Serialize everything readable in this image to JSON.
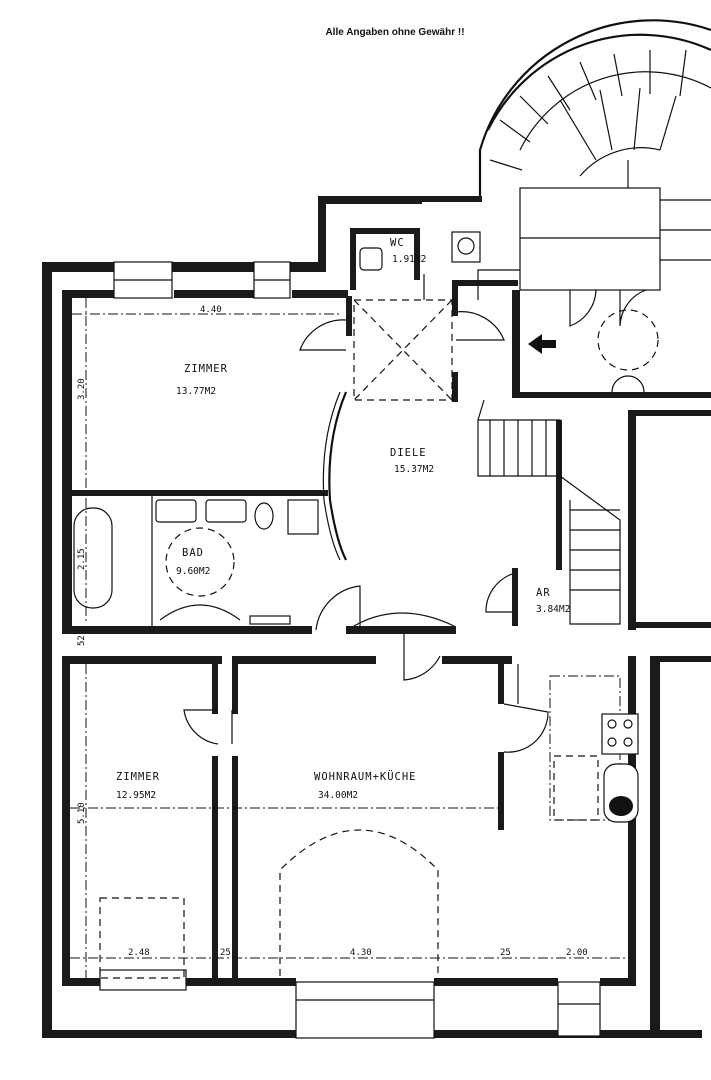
{
  "disclaimer": "Alle Angaben ohne Gewähr !!",
  "rooms": {
    "zimmer1": {
      "name": "ZIMMER",
      "area": "13.77M2"
    },
    "wc": {
      "name": "WC",
      "area": "1.91M2"
    },
    "diele": {
      "name": "DIELE",
      "area": "15.37M2"
    },
    "bad": {
      "name": "BAD",
      "area": "9.60M2"
    },
    "ar": {
      "name": "AR",
      "area": "3.84M2"
    },
    "zimmer2": {
      "name": "ZIMMER",
      "area": "12.95M2"
    },
    "wohnraum": {
      "name": "WOHNRAUM+KÜCHE",
      "area": "34.00M2"
    }
  },
  "dimensions": {
    "d_4_40": "4.40",
    "d_3_20": "3.20",
    "d_2_15": "2.15",
    "d_52": "52",
    "d_5_10": "5.10",
    "d_2_48": "2.48",
    "d_25a": "25",
    "d_4_30": "4.30",
    "d_25b": "25",
    "d_2_00": "2.00"
  },
  "entrance_arrow": "arrow-left-icon"
}
